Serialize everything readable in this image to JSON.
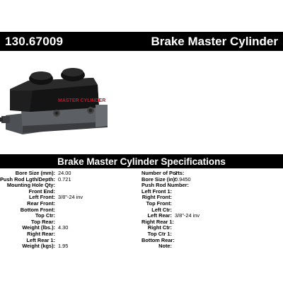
{
  "header": {
    "part_number": "130.67009",
    "part_type": "Brake Master Cylinder"
  },
  "image": {
    "subject": "brake-master-cylinder",
    "cap_text": "MASTER CYLINDER",
    "colors": {
      "reservoir": "#1e1e1e",
      "body": "#5c5f63",
      "body_dark": "#3a3c3f",
      "logo_red": "#c0152a"
    }
  },
  "specs": {
    "title": "Brake Master Cylinder Specifications",
    "left": [
      {
        "label": "Bore Size (mm):",
        "value": "24.00"
      },
      {
        "label": "Push Rod Lgth/Depth:",
        "value": "0.721"
      },
      {
        "label": "Mounting Hole Qty:",
        "value": ""
      },
      {
        "label": "Front End:",
        "value": ""
      },
      {
        "label": "Left Front:",
        "value": "3/8\"-24 inv"
      },
      {
        "label": "Rear Front:",
        "value": ""
      },
      {
        "label": "Bottom Front:",
        "value": ""
      },
      {
        "label": "Top Ctr:",
        "value": ""
      },
      {
        "label": "Top Rear:",
        "value": ""
      },
      {
        "label": "Weight (lbs.):",
        "value": "4.30"
      },
      {
        "label": "Right Rear:",
        "value": ""
      },
      {
        "label": "Left Rear 1:",
        "value": ""
      },
      {
        "label": "Weight (kgs):",
        "value": "1.95"
      }
    ],
    "right": [
      {
        "label": "Number of Ports:",
        "value": "2"
      },
      {
        "label": "Bore Size (in):",
        "value": "0.9450"
      },
      {
        "label": "Push Rod Number:",
        "value": ""
      },
      {
        "label": "Left Front 1:",
        "value": ""
      },
      {
        "label": "Right Front:",
        "value": ""
      },
      {
        "label": "Top Front:",
        "value": ""
      },
      {
        "label": "Left Ctr:",
        "value": ""
      },
      {
        "label": "Left Rear:",
        "value": "3/8\"-24 inv"
      },
      {
        "label": "Right Rear 1:",
        "value": ""
      },
      {
        "label": "Right Ctr:",
        "value": ""
      },
      {
        "label": "Top Ctr 1:",
        "value": ""
      },
      {
        "label": "Bottom Rear:",
        "value": ""
      },
      {
        "label": "Note:",
        "value": ""
      }
    ]
  }
}
